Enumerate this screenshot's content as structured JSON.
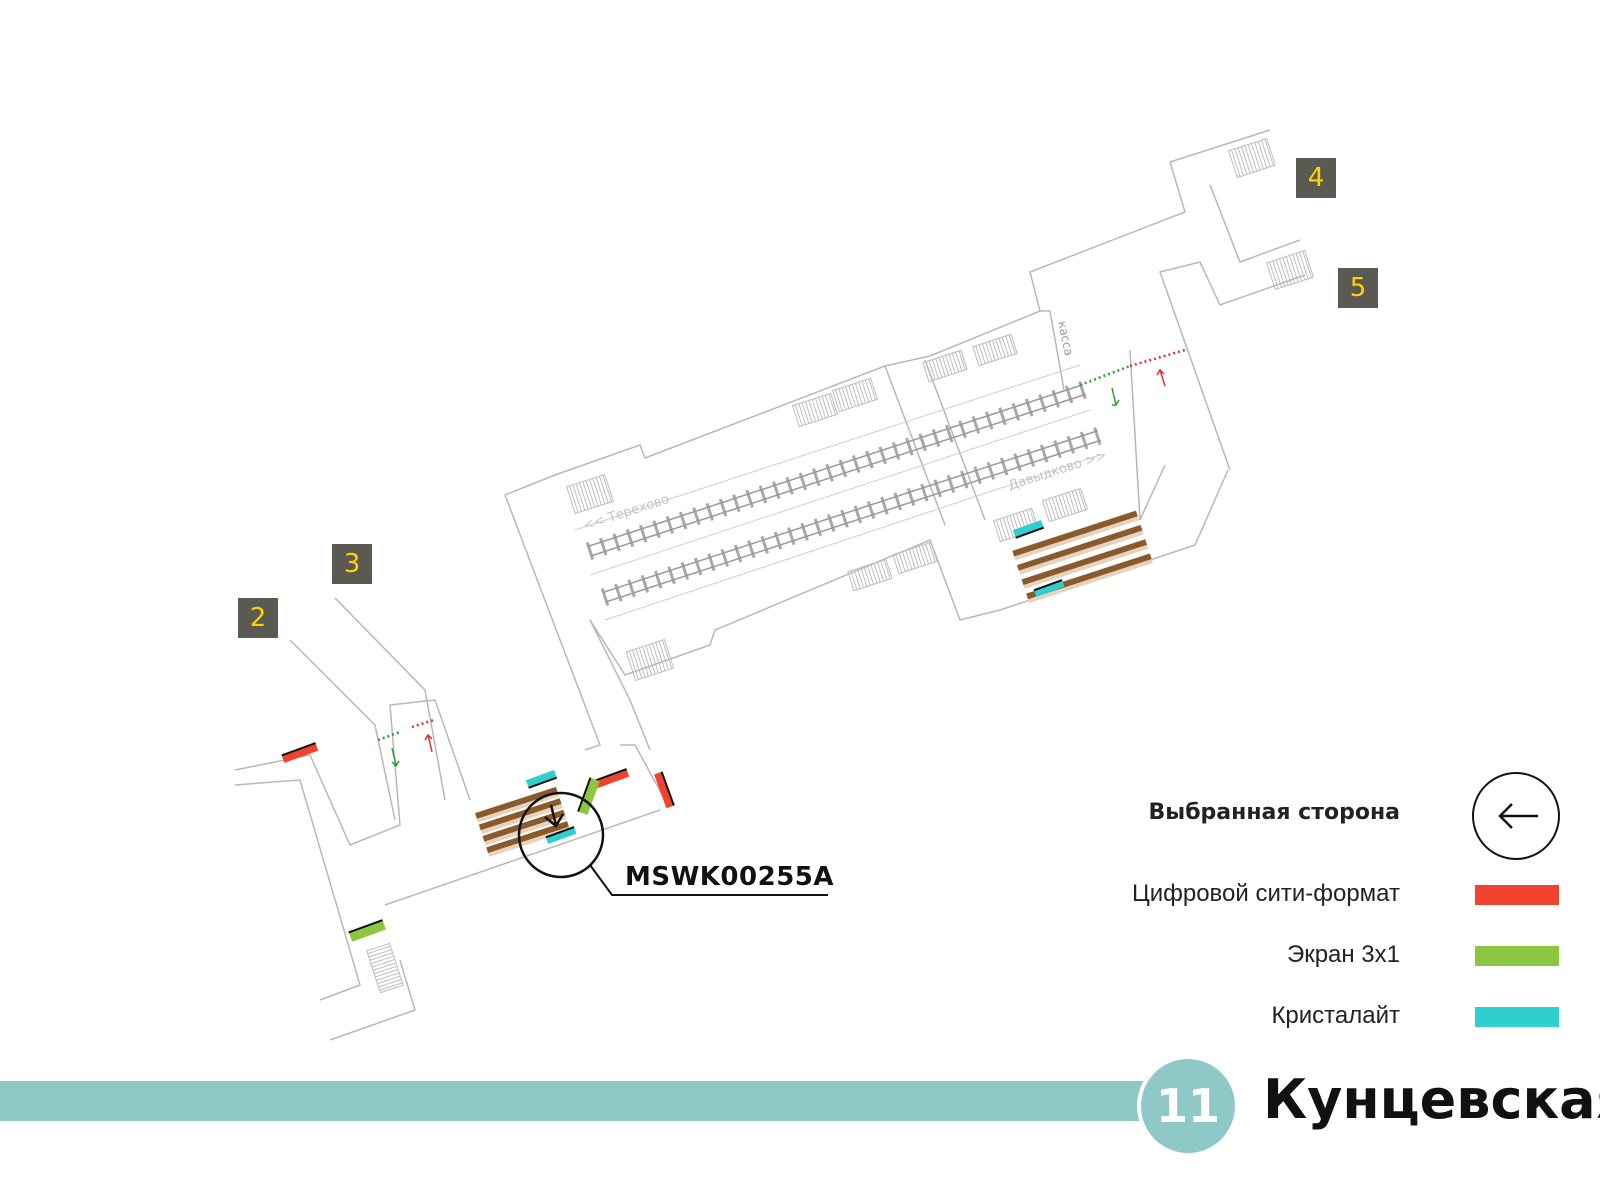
{
  "station": {
    "name": "Кунцевская",
    "line_number": "11"
  },
  "exits": [
    "2",
    "3",
    "4",
    "5"
  ],
  "map_labels": {
    "direction_left": "<< Терехово",
    "direction_right": "Давыдково >>",
    "ticket_office": "касса"
  },
  "selected_panel": {
    "code": "MSWK00255A"
  },
  "legend": {
    "selected_side": "Выбранная сторона",
    "items": [
      {
        "label": "Цифровой сити-формат",
        "color": "#f0432f"
      },
      {
        "label": "Экран 3x1",
        "color": "#8dc63f"
      },
      {
        "label": "Кристалайт",
        "color": "#2ecfcf"
      }
    ]
  },
  "colors": {
    "line_accent": "#8ec8c7",
    "badge_bg": "#5a5a52",
    "badge_text": "#ffd200",
    "escalator": "#8b5a2b",
    "track": "#a8a8a8"
  }
}
